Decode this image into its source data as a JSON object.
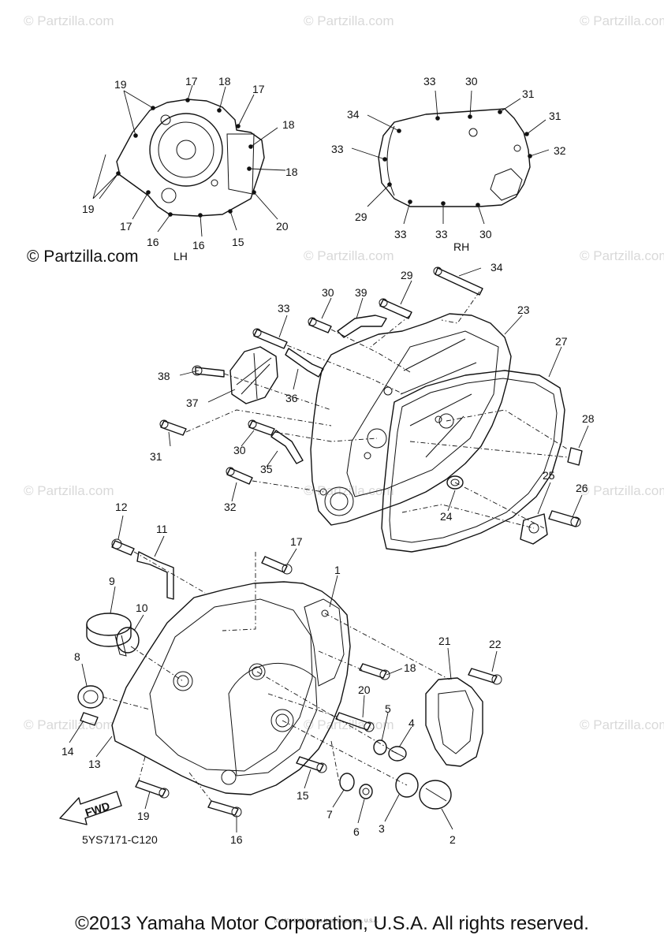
{
  "watermark": "© Partzilla.com",
  "brand_mark": "© Partzilla.com",
  "diagram_code": "5YS7171-C120",
  "side_labels": {
    "left": "LH",
    "right": "RH"
  },
  "fwd_label": "FWD",
  "fine_print": "(c) 2006-2016 Yamaha Motor Corporation, U.S.A.",
  "copyright": "©2013 Yamaha Motor Corporation, U.S.A. All rights reserved.",
  "callouts": [
    {
      "id": "lh-19a",
      "text": "19"
    },
    {
      "id": "lh-17a",
      "text": "17"
    },
    {
      "id": "lh-18a",
      "text": "18"
    },
    {
      "id": "lh-17b",
      "text": "17"
    },
    {
      "id": "lh-18b",
      "text": "18"
    },
    {
      "id": "lh-18c",
      "text": "18"
    },
    {
      "id": "lh-19b",
      "text": "19"
    },
    {
      "id": "lh-17c",
      "text": "17"
    },
    {
      "id": "lh-16a",
      "text": "16"
    },
    {
      "id": "lh-16b",
      "text": "16"
    },
    {
      "id": "lh-15",
      "text": "15"
    },
    {
      "id": "lh-20",
      "text": "20"
    },
    {
      "id": "rh-33a",
      "text": "33"
    },
    {
      "id": "rh-30a",
      "text": "30"
    },
    {
      "id": "rh-31a",
      "text": "31"
    },
    {
      "id": "rh-34",
      "text": "34"
    },
    {
      "id": "rh-31b",
      "text": "31"
    },
    {
      "id": "rh-33b",
      "text": "33"
    },
    {
      "id": "rh-32",
      "text": "32"
    },
    {
      "id": "rh-29",
      "text": "29"
    },
    {
      "id": "rh-33c",
      "text": "33"
    },
    {
      "id": "rh-33d",
      "text": "33"
    },
    {
      "id": "rh-30b",
      "text": "30"
    },
    {
      "id": "p34",
      "text": "34"
    },
    {
      "id": "p29",
      "text": "29"
    },
    {
      "id": "p30a",
      "text": "30"
    },
    {
      "id": "p39",
      "text": "39"
    },
    {
      "id": "p33",
      "text": "33"
    },
    {
      "id": "p23",
      "text": "23"
    },
    {
      "id": "p27",
      "text": "27"
    },
    {
      "id": "p38",
      "text": "38"
    },
    {
      "id": "p36",
      "text": "36"
    },
    {
      "id": "p37",
      "text": "37"
    },
    {
      "id": "p28",
      "text": "28"
    },
    {
      "id": "p31",
      "text": "31"
    },
    {
      "id": "p30b",
      "text": "30"
    },
    {
      "id": "p35",
      "text": "35"
    },
    {
      "id": "p32",
      "text": "32"
    },
    {
      "id": "p25",
      "text": "25"
    },
    {
      "id": "p26",
      "text": "26"
    },
    {
      "id": "p24",
      "text": "24"
    },
    {
      "id": "p12",
      "text": "12"
    },
    {
      "id": "p11",
      "text": "11"
    },
    {
      "id": "p17",
      "text": "17"
    },
    {
      "id": "p1",
      "text": "1"
    },
    {
      "id": "p9",
      "text": "9"
    },
    {
      "id": "p10",
      "text": "10"
    },
    {
      "id": "p21",
      "text": "21"
    },
    {
      "id": "p22",
      "text": "22"
    },
    {
      "id": "p8",
      "text": "8"
    },
    {
      "id": "p18",
      "text": "18"
    },
    {
      "id": "p20",
      "text": "20"
    },
    {
      "id": "p5",
      "text": "5"
    },
    {
      "id": "p4",
      "text": "4"
    },
    {
      "id": "p14",
      "text": "14"
    },
    {
      "id": "p13",
      "text": "13"
    },
    {
      "id": "p15",
      "text": "15"
    },
    {
      "id": "p7",
      "text": "7"
    },
    {
      "id": "p6",
      "text": "6"
    },
    {
      "id": "p3",
      "text": "3"
    },
    {
      "id": "p2",
      "text": "2"
    },
    {
      "id": "p19",
      "text": "19"
    },
    {
      "id": "p16",
      "text": "16"
    }
  ]
}
